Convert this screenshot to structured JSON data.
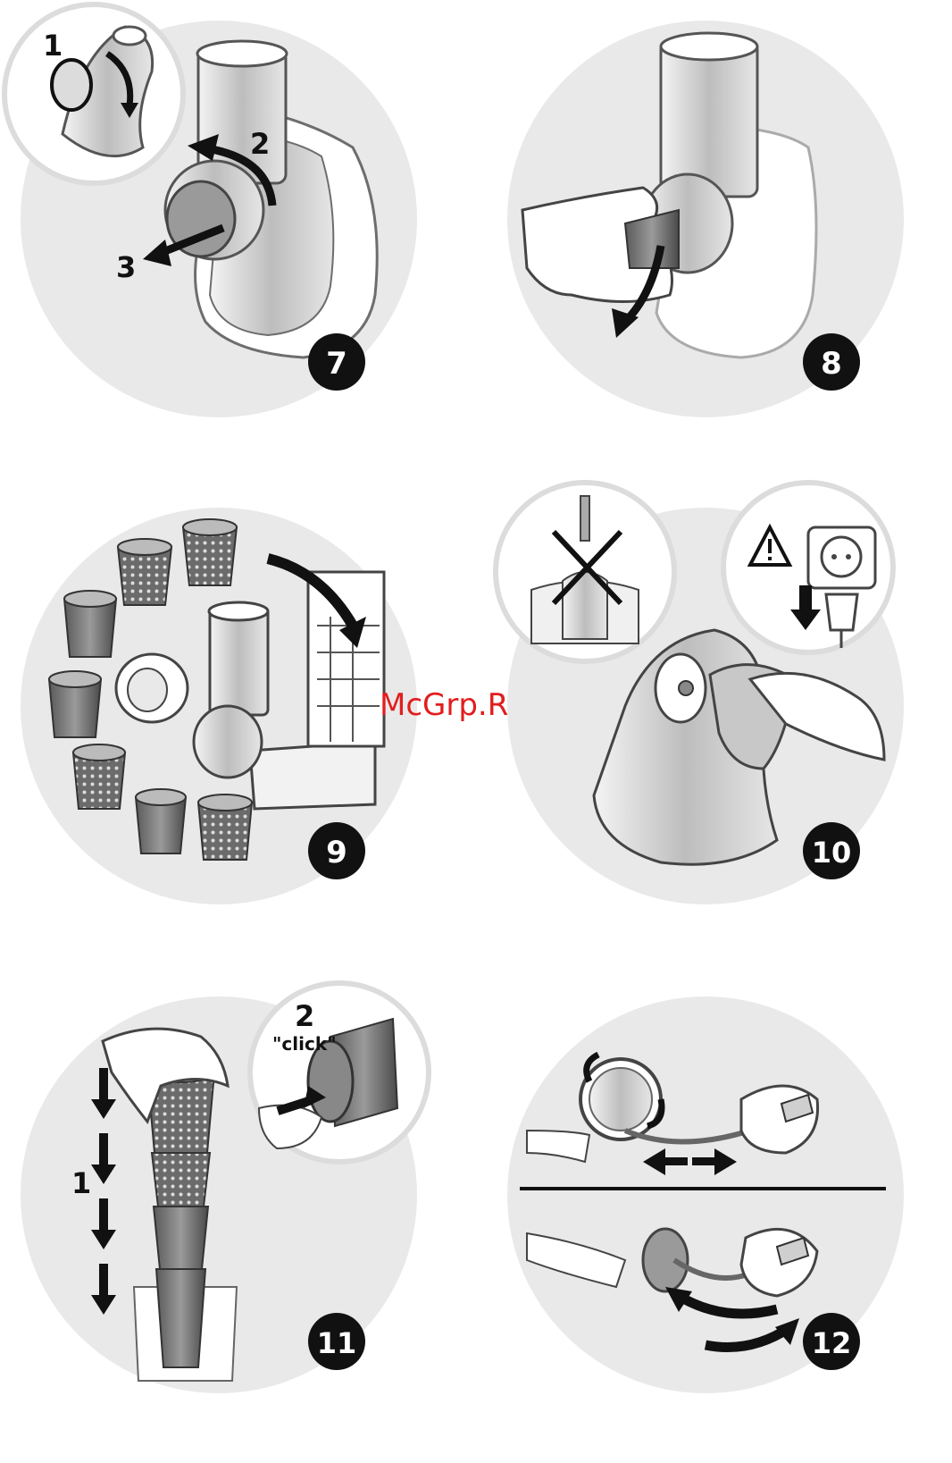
{
  "watermark": "McGrp.Ru",
  "steps": [
    {
      "number": "7",
      "callouts": [
        "1",
        "2",
        "3"
      ]
    },
    {
      "number": "8"
    },
    {
      "number": "9"
    },
    {
      "number": "10"
    },
    {
      "number": "11",
      "callouts": [
        "1",
        "2",
        "\"click\""
      ]
    },
    {
      "number": "12"
    }
  ],
  "icons": {
    "warning": "warning-triangle-icon",
    "no_water": "no-running-water-icon",
    "plug": "power-plug-icon"
  },
  "colors": {
    "panel": "#e9e9e9",
    "inset": "#ffffff",
    "outline": "#6d6d6d",
    "badge": "#111111",
    "watermark": "#e21d1d",
    "appliance": "#cfcfcf",
    "metal": "#8a8a8a"
  }
}
